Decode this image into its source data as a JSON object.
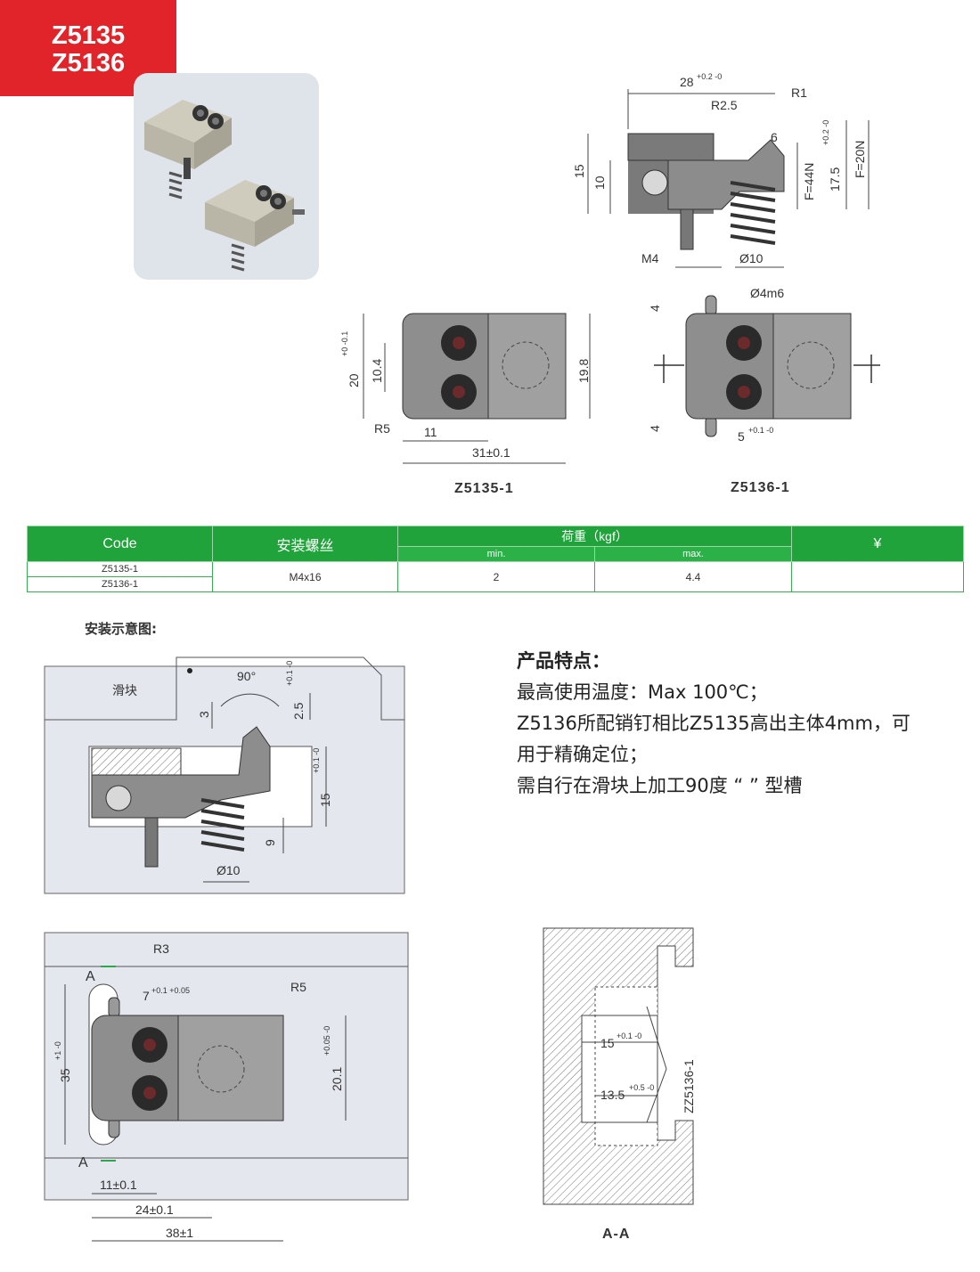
{
  "header": {
    "codes": [
      "Z5135",
      "Z5136"
    ]
  },
  "drawing_top": {
    "dims": {
      "width_28": "28",
      "width_28_tol": "+0.2 -0",
      "r25": "R2.5",
      "r1": "R1",
      "six": "6",
      "h15": "15",
      "h10": "10",
      "f44": "F=44N",
      "h175": "17.5",
      "h175_tol": "+0.2 -0",
      "f20": "F=20N",
      "m4": "M4",
      "d10": "Ø10"
    }
  },
  "drawing_z5135": {
    "dims": {
      "h20": "20",
      "h20_tol": "+0 -0.1",
      "h104": "10.4",
      "h198": "19.8",
      "r5": "R5",
      "w11": "11",
      "w31": "31±0.1"
    },
    "caption": "Z5135-1"
  },
  "drawing_z5136": {
    "dims": {
      "d4m6": "Ø4m6",
      "four_top": "4",
      "four_bottom": "4",
      "w5": "5",
      "w5_tol": "+0.1 -0"
    },
    "caption": "Z5136-1"
  },
  "table": {
    "headers": {
      "code": "Code",
      "screw": "安装螺丝",
      "load": "荷重（kgf）",
      "min": "min.",
      "max": "max.",
      "price": "¥"
    },
    "rows": {
      "codes": [
        "Z5135-1",
        "Z5136-1"
      ],
      "screw": "M4x16",
      "min": "2",
      "max": "4.4",
      "price": ""
    }
  },
  "install": {
    "title": "安装示意图:",
    "labels": {
      "slider": "滑块",
      "angle": "90°",
      "three": "3",
      "h25": "2.5",
      "h25_tol": "+0.1 -0",
      "h15": "15",
      "h15_tol": "+0.1 -0",
      "nine": "9",
      "d10": "Ø10"
    }
  },
  "features": {
    "heading": "产品特点：",
    "lines": [
      "最高使用温度：Max 100℃；",
      "Z5136所配销钉相比Z5135高出主体4mm，可",
      "用于精确定位；",
      "需自行在滑块上加工90度 “ ” 型槽"
    ]
  },
  "bottom_left": {
    "labels": {
      "r3": "R3",
      "a_top": "A",
      "a_bottom": "A",
      "w7": "7",
      "w7_tol": "+0.1 +0.05",
      "r5": "R5",
      "h35": "35",
      "h35_tol": "+1 -0",
      "h201": "20.1",
      "h201_tol": "+0.05 -0",
      "w11": "11±0.1",
      "w24": "24±0.1",
      "w38": "38±1"
    }
  },
  "section_aa": {
    "labels": {
      "w15": "15",
      "w15_tol": "+0.1 -0",
      "w135": "13.5",
      "w135_tol": "+0.5 -0",
      "part": "ZZ5136-1",
      "caption": "A-A"
    }
  },
  "colors": {
    "accent_red": "#e0242a",
    "table_green": "#1fa33a"
  }
}
